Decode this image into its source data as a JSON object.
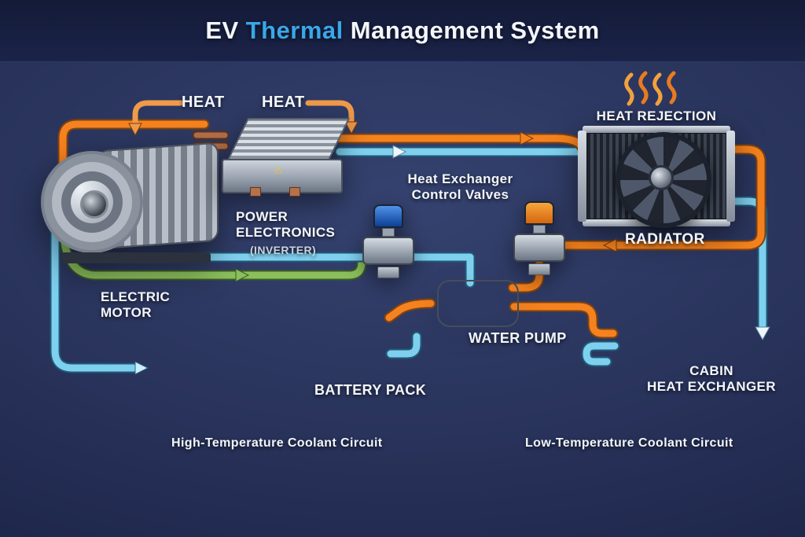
{
  "title": {
    "prefix": "EV",
    "highlight": "Thermal",
    "suffix": "Management System"
  },
  "annotations": {
    "heat_left": "HEAT",
    "heat_right": "HEAT",
    "heat_rejection": "HEAT REJECTION",
    "control_valves": "Heat Exchanger Control Valves"
  },
  "components": {
    "electric_motor": {
      "label": "ELECTRIC MOTOR"
    },
    "power_electronics": {
      "label": "POWER ELECTRONICS",
      "sub_label": "(INVERTER)"
    },
    "radiator": {
      "label": "RADIATOR"
    },
    "water_pump": {
      "label": "WATER PUMP"
    },
    "battery_pack": {
      "label": "BATTERY PACK"
    },
    "cabin_heat_exchanger": {
      "line1": "CABIN",
      "line2": "HEAT EXCHANGER"
    }
  },
  "legend": {
    "high_temp": {
      "label": "High-Temperature Coolant Circuit",
      "color": "#f5821f"
    },
    "low_temp": {
      "label": "Low-Temperature Coolant Circuit",
      "color": "#7fd0ef"
    }
  },
  "colors": {
    "high_temp_pipe": "#f5821f",
    "low_temp_pipe": "#7fd0ef",
    "motor_coolant_pipe": "#8abf5c",
    "title_accent": "#3aa7e8"
  }
}
